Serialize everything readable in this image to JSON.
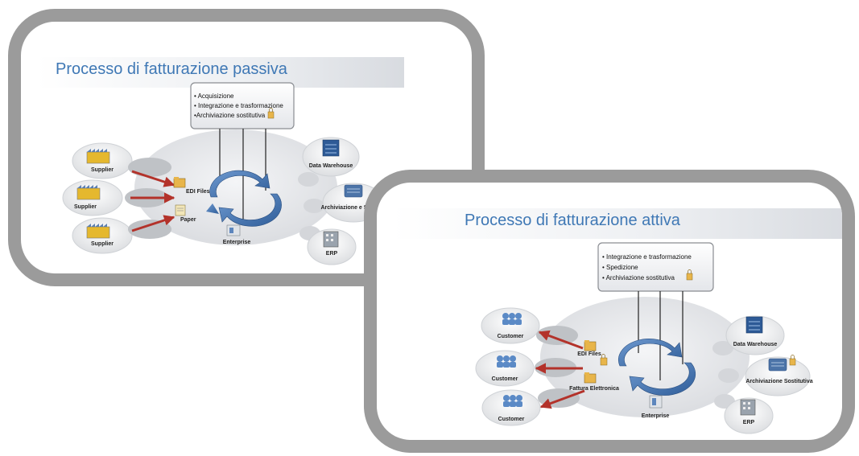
{
  "passive": {
    "title": "Processo di fatturazione passiva",
    "box_items": [
      "• Acquisizione",
      "• Integrazione e trasformazione",
      "•Archiviazione sostitutiva"
    ],
    "sources": [
      "Supplier",
      "Supplier",
      "Supplier"
    ],
    "docs": [
      "EDI Files",
      "Paper"
    ],
    "center": "Enterprise",
    "targets": [
      "Data Warehouse",
      "Archiviazione e Sostitutiva",
      "ERP"
    ]
  },
  "active": {
    "title": "Processo di fatturazione attiva",
    "box_items": [
      "• Integrazione e trasformazione",
      "• Spedizione",
      "• Archiviazione sostitutiva"
    ],
    "sources": [
      "Customer",
      "Customer",
      "Customer"
    ],
    "docs": [
      "EDI Files",
      "Fattura Elettronica"
    ],
    "center": "Enterprise",
    "targets": [
      "Data Warehouse",
      "Archiviazione Sostitutiva",
      "ERP"
    ]
  },
  "colors": {
    "frame": "#9b9b9b",
    "title": "#3f78b5",
    "arrow": "#b3322a",
    "cycle": "#4a77b4"
  }
}
